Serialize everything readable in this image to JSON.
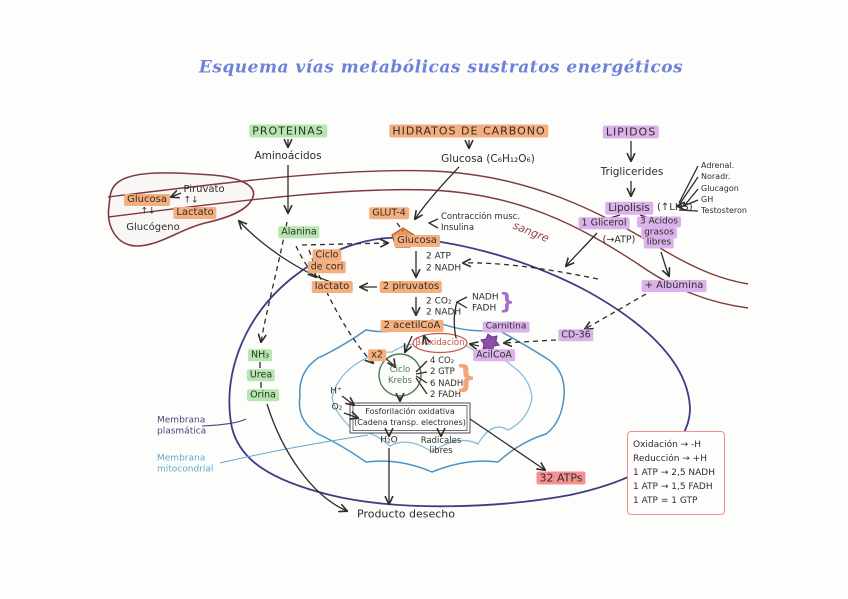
{
  "title": "Esquema vías metabólicas sustratos energéticos",
  "colors": {
    "orange_highlight": "#f5ae7e",
    "green_highlight": "#b5e7ae",
    "purple_highlight": "#dcb2ea",
    "red_highlight": "#f79090",
    "ink": "#2f2d2b",
    "vessel_maroon": "#7e3a43",
    "cell_membrane_blue": "#3d3d85",
    "mito_membrane_blue": "#4d92c2",
    "krebs_green": "#4e7d4e",
    "beta_ox_red": "#c3544c",
    "title_blue": "#6e82dc"
  },
  "top": {
    "proteinas": "PROTEINAS",
    "aminoacidos": "Aminoácidos",
    "hidratos": "HIDRATOS DE CARBONO",
    "glucosa_formula": "Glucosa (C₆H₁₂O₆)",
    "lipidos": "LIPIDOS",
    "trigliceridos": "Triglicerides",
    "lipolisis": "Lipolisis",
    "lhs": "(↑LHS)",
    "hormonas": [
      "Adrenal.",
      "Noradr.",
      "Glucagon",
      "GH",
      "Testosteron"
    ],
    "glicerol": "1 Glicerol",
    "glicerol_atp": "(→ATP)",
    "acidos": [
      "3 Acidos",
      "grasos",
      "libres"
    ],
    "albumina": "+ Albúmina"
  },
  "higado": {
    "glucosa": "Glucosa",
    "piruvato": "Piruvato",
    "lactato": "Lactato",
    "glucogeno": "Glucógeno",
    "flechas": "↑↓",
    "ciclo_cori": [
      "Ciclo",
      "de cori"
    ]
  },
  "sangre_label": "sangre",
  "celula": {
    "glut4": "GLUT-4",
    "contraccion": "Contracción musc.",
    "insulina": "Insulina",
    "alanina": "Alanina",
    "glucosa": "Glucosa",
    "atp2": "2 ATP",
    "nadh2": "2 NADH",
    "lactato": "lactato",
    "piruvatos": "2 piruvatos",
    "co2_2": "2 CO₂",
    "nadh2b": "2 NADH",
    "acetilcoa": "2 acetilCoA",
    "nadh": "NADH",
    "fadh": "FADH",
    "brace": "}",
    "carnitina": "Carnitina",
    "acilcoa": "AcilCoA",
    "cd36": "CD-36",
    "beta_ox": "β-oxidación",
    "nh3": "NH₃",
    "urea": "Urea",
    "orina": "Orina",
    "membrana_plasmatica": [
      "Membrana",
      "plasmática"
    ],
    "membrana_mitocondrial": [
      "Membrana",
      "mitocondrial"
    ]
  },
  "mitocondria": {
    "x2": "x2",
    "krebs": [
      "Ciclo",
      "Krebs"
    ],
    "salidas": [
      "4 CO₂",
      "2 GTP",
      "6 NADH",
      "2 FADH"
    ],
    "brace": "}",
    "h_mas": "H⁺",
    "o2": "O₂",
    "oxphos": [
      "Fosforilación oxidativa",
      "(Cadena transp. electrones)"
    ],
    "h2o": "H₂O",
    "radicales": [
      "Radicales",
      "libres"
    ],
    "atps": "32 ATPs"
  },
  "producto_desecho": "Producto desecho",
  "leyenda": [
    "Oxidación → -H",
    "Reducción → +H",
    "1 ATP → 2,5 NADH",
    "1 ATP → 1,5 FADH",
    "1 ATP = 1 GTP"
  ]
}
